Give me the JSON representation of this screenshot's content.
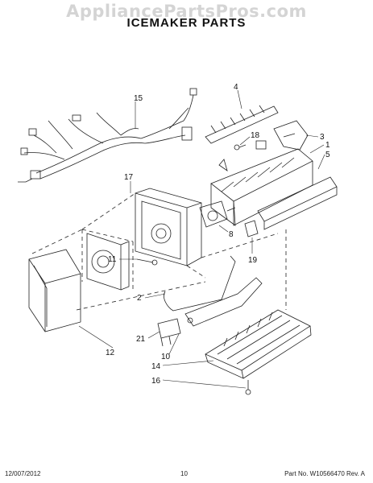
{
  "watermark": "AppliancePartsPros.com",
  "title": "ICEMAKER PARTS",
  "callouts": [
    {
      "id": "15",
      "label": "15"
    },
    {
      "id": "4",
      "label": "4"
    },
    {
      "id": "18",
      "label": "18"
    },
    {
      "id": "3",
      "label": "3"
    },
    {
      "id": "1",
      "label": "1"
    },
    {
      "id": "5",
      "label": "5"
    },
    {
      "id": "17",
      "label": "17"
    },
    {
      "id": "8",
      "label": "8"
    },
    {
      "id": "11",
      "label": "11"
    },
    {
      "id": "19",
      "label": "19"
    },
    {
      "id": "2",
      "label": "2"
    },
    {
      "id": "21",
      "label": "21"
    },
    {
      "id": "12",
      "label": "12"
    },
    {
      "id": "10",
      "label": "10"
    },
    {
      "id": "14",
      "label": "14"
    },
    {
      "id": "16",
      "label": "16"
    }
  ],
  "footer": {
    "date": "12/007/2012",
    "page": "10",
    "part": "Part No. W10566470  Rev. A"
  }
}
